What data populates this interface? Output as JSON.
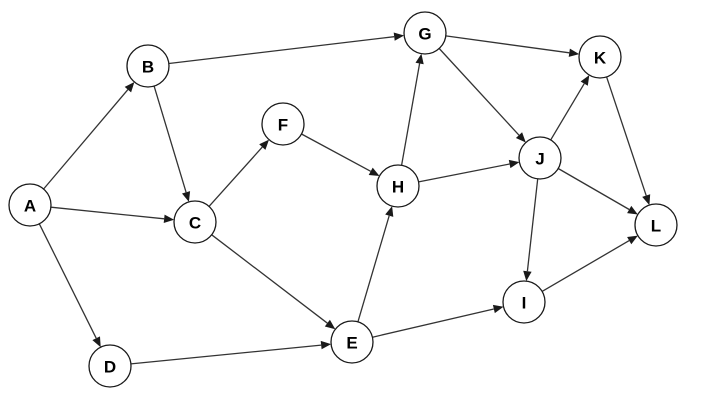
{
  "graph": {
    "nodes": [
      {
        "id": "A",
        "label": "A"
      },
      {
        "id": "B",
        "label": "B"
      },
      {
        "id": "C",
        "label": "C"
      },
      {
        "id": "D",
        "label": "D"
      },
      {
        "id": "E",
        "label": "E"
      },
      {
        "id": "F",
        "label": "F"
      },
      {
        "id": "G",
        "label": "G"
      },
      {
        "id": "H",
        "label": "H"
      },
      {
        "id": "I",
        "label": "I"
      },
      {
        "id": "J",
        "label": "J"
      },
      {
        "id": "K",
        "label": "K"
      },
      {
        "id": "L",
        "label": "L"
      }
    ],
    "edges": [
      {
        "from": "A",
        "to": "B"
      },
      {
        "from": "A",
        "to": "C"
      },
      {
        "from": "A",
        "to": "D"
      },
      {
        "from": "B",
        "to": "C"
      },
      {
        "from": "B",
        "to": "G"
      },
      {
        "from": "C",
        "to": "F"
      },
      {
        "from": "C",
        "to": "E"
      },
      {
        "from": "D",
        "to": "E"
      },
      {
        "from": "F",
        "to": "H"
      },
      {
        "from": "E",
        "to": "H"
      },
      {
        "from": "E",
        "to": "I"
      },
      {
        "from": "H",
        "to": "G"
      },
      {
        "from": "H",
        "to": "J"
      },
      {
        "from": "G",
        "to": "K"
      },
      {
        "from": "G",
        "to": "J"
      },
      {
        "from": "J",
        "to": "K"
      },
      {
        "from": "J",
        "to": "L"
      },
      {
        "from": "J",
        "to": "I"
      },
      {
        "from": "I",
        "to": "L"
      },
      {
        "from": "K",
        "to": "L"
      }
    ]
  }
}
